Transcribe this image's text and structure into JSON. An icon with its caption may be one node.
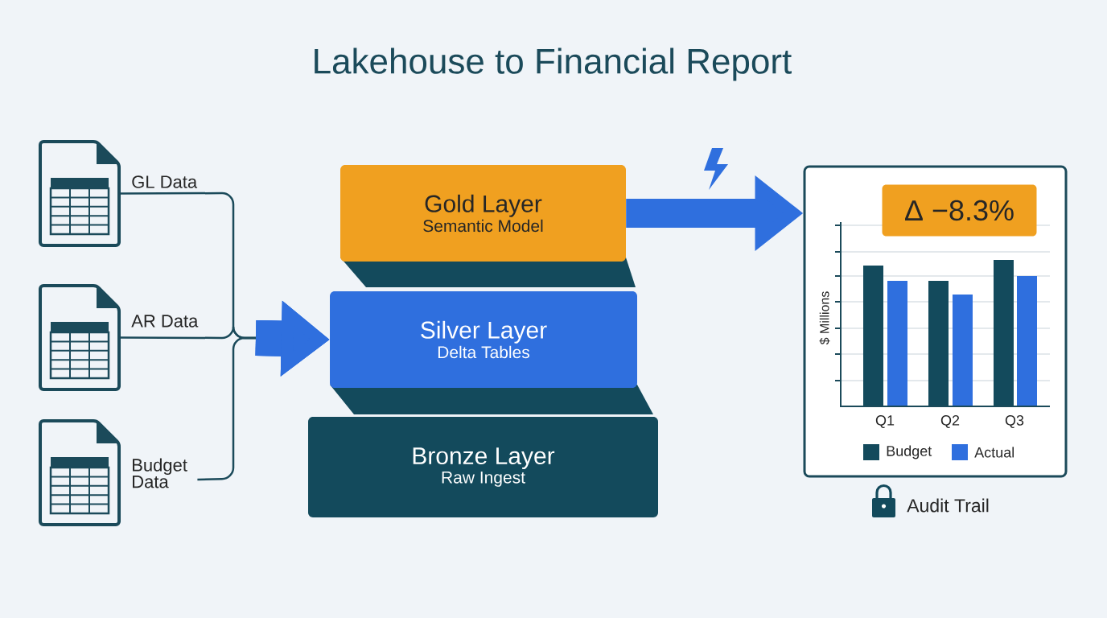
{
  "diagram": {
    "title": "Lakehouse to Financial Report",
    "nodes": [
      {
        "text": [
          "GL Data"
        ]
      },
      {
        "text": [
          "AR Data"
        ]
      },
      {
        "text": [
          "Budget Data"
        ]
      },
      {
        "text": [
          "Gold Layer",
          "Semantic Model"
        ]
      },
      {
        "text": [
          "Silver Layer",
          "Delta Tables"
        ]
      },
      {
        "text": [
          "Bronze Layer",
          "Raw Ingest"
        ]
      },
      {
        "text": [],
        "shape": "box"
      },
      {
        "text": [
          "Δ −8.3%"
        ],
        "in": 6
      }
    ],
    "edges": [
      {
        "from": 0,
        "to": 4,
        "arrow": "to"
      },
      {
        "from": 1,
        "to": 4,
        "arrow": "to"
      },
      {
        "from": 2,
        "to": 4,
        "arrow": "to"
      },
      {
        "from": 3,
        "to": 6,
        "arrow": "to",
        "style": "thick",
        "color": "#2f6fde"
      }
    ],
    "labels": [
      "$ Millions",
      "Q1",
      "Q2",
      "Q3",
      "Audit Trail"
    ],
    "legend": [
      {
        "text": "Budget",
        "color": "#134a5c"
      },
      {
        "text": "Actual",
        "color": "#2f6fde"
      }
    ]
  }
}
